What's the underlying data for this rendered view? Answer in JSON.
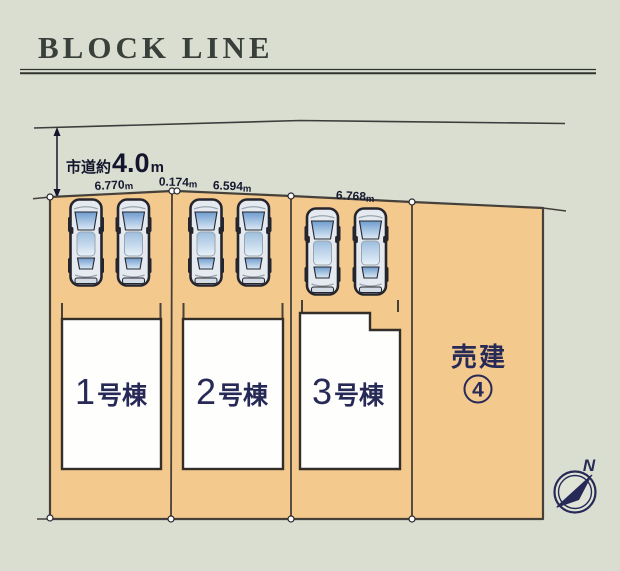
{
  "header": {
    "title": "BLOCK LINE"
  },
  "road": {
    "prefix": "市道約",
    "value": "4.0",
    "unit": "m"
  },
  "measurements": {
    "m1": {
      "value": "6.770",
      "unit": "m"
    },
    "m2": {
      "value": "0.174",
      "unit": "m"
    },
    "m3": {
      "value": "6.594",
      "unit": "m"
    },
    "m4": {
      "value": "6.768",
      "unit": "m"
    }
  },
  "plots": {
    "p1": {
      "number": "1",
      "suffix": "号棟"
    },
    "p2": {
      "number": "2",
      "suffix": "号棟"
    },
    "p3": {
      "number": "3",
      "suffix": "号棟"
    },
    "p4": {
      "label": "売建",
      "circled_number": "4"
    }
  },
  "compass": {
    "north_label": "N"
  },
  "colors": {
    "background": "#d9ded0",
    "land": "#f3c98e",
    "navy": "#272a56",
    "line": "#45403a"
  }
}
